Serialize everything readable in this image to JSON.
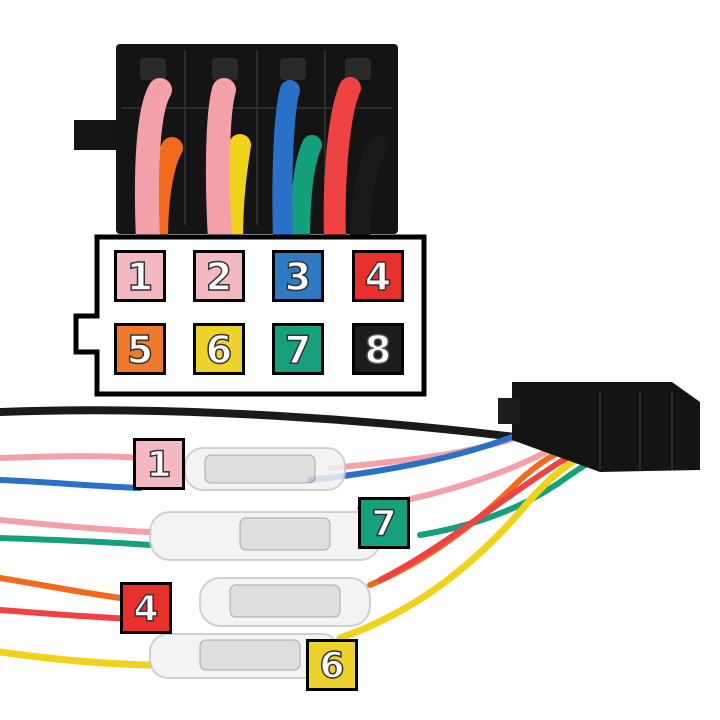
{
  "pinout": {
    "pins": [
      {
        "label": "1",
        "color": "#f4b8c0",
        "text_color": "#ffffff"
      },
      {
        "label": "2",
        "color": "#f4b8c0",
        "text_color": "#ffffff"
      },
      {
        "label": "3",
        "color": "#2f78c2",
        "text_color": "#ffffff"
      },
      {
        "label": "4",
        "color": "#e8312d",
        "text_color": "#ffffff"
      },
      {
        "label": "5",
        "color": "#f07a2c",
        "text_color": "#ffffff"
      },
      {
        "label": "6",
        "color": "#ecd22a",
        "text_color": "#ffffff"
      },
      {
        "label": "7",
        "color": "#16a07c",
        "text_color": "#ffffff"
      },
      {
        "label": "8",
        "color": "#1d1d1f",
        "text_color": "#ffffff"
      }
    ]
  },
  "callouts": [
    {
      "label": "1",
      "color": "#f4b8c0"
    },
    {
      "label": "7",
      "color": "#16a07c"
    },
    {
      "label": "4",
      "color": "#e8312d"
    },
    {
      "label": "6",
      "color": "#ecd22a"
    }
  ],
  "colors": {
    "connector": "#141414",
    "wire_pink": "#f3a0a8",
    "wire_orange": "#f26a1b",
    "wire_yellow": "#f1d21b",
    "wire_blue": "#2a6fc8",
    "wire_green": "#15a07d",
    "wire_red": "#ef4343",
    "wire_black": "#1a1a1a"
  }
}
